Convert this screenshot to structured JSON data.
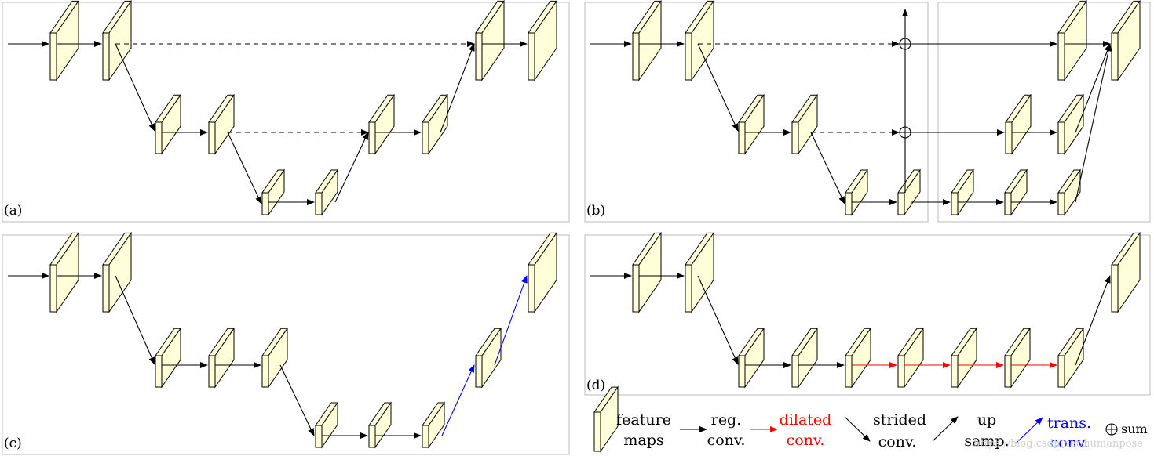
{
  "panels": {
    "a": {
      "tag": "(a)"
    },
    "b": {
      "tag": "(b)"
    },
    "c": {
      "tag": "(c)"
    },
    "d": {
      "tag": "(d)"
    }
  },
  "legend": {
    "feature_maps": [
      "feature",
      "maps"
    ],
    "reg_conv": [
      "reg.",
      "conv."
    ],
    "dilated_conv": [
      "dilated",
      "conv."
    ],
    "strided_conv": [
      "strided",
      "conv."
    ],
    "up_samp": [
      "up",
      "samp."
    ],
    "trans_conv": [
      "trans.",
      "conv."
    ],
    "sum": "sum"
  },
  "watermark": "https://blog.csdn.net/humanpose",
  "colors": {
    "block_fill": "#fefed8",
    "block_stroke": "#000000",
    "frame_stroke": "#bbbbbb",
    "regular_arrow": "#000000",
    "dilated_arrow": "#ff0000",
    "transposed_arrow": "#0000ff"
  }
}
